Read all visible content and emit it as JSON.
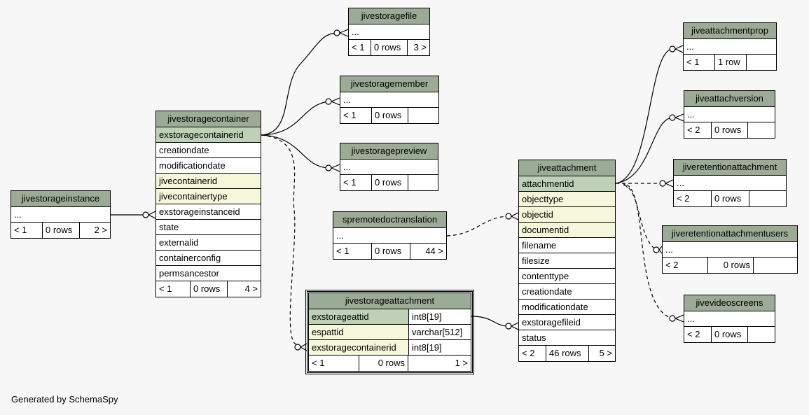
{
  "footer": "Generated by SchemaSpy",
  "colors": {
    "header": "#9bab96",
    "primary_key": "#bed1b8",
    "foreign_key": "#f4f7da",
    "background": "#f7f7f7"
  },
  "tables": {
    "jivestoragefile": {
      "name": "jivestoragefile",
      "rows": [
        "..."
      ],
      "foot": [
        "< 1",
        "0 rows",
        "3 >"
      ]
    },
    "jivestoragemember": {
      "name": "jivestoragemember",
      "rows": [
        "..."
      ],
      "foot": [
        "< 1",
        "0 rows",
        ""
      ]
    },
    "jivestoragepreview": {
      "name": "jivestoragepreview",
      "rows": [
        "..."
      ],
      "foot": [
        "< 1",
        "0 rows",
        ""
      ]
    },
    "jivestoragecontainer": {
      "name": "jivestoragecontainer",
      "rows": [
        "exstoragecontainerid",
        "creationdate",
        "modificationdate",
        "jivecontainerid",
        "jivecontainertype",
        "exstorageinstanceid",
        "state",
        "externalid",
        "containerconfig",
        "permsancestor"
      ],
      "foot": [
        "< 1",
        "0 rows",
        "4 >"
      ]
    },
    "jivestorageinstance": {
      "name": "jivestorageinstance",
      "rows": [
        "..."
      ],
      "foot": [
        "< 1",
        "0 rows",
        "2 >"
      ]
    },
    "spremotedoctranslation": {
      "name": "spremotedoctranslation",
      "rows": [
        "..."
      ],
      "foot": [
        "< 1",
        "0 rows",
        "44 >"
      ]
    },
    "jivestorageattachment": {
      "name": "jivestorageattachment",
      "rows": [
        "exstorageattid",
        "espattid",
        "exstoragecontainerid"
      ],
      "types": [
        "int8[19]",
        "varchar[512]",
        "int8[19]"
      ],
      "foot": [
        "< 1",
        "0 rows",
        "1 >"
      ]
    },
    "jiveattachment": {
      "name": "jiveattachment",
      "rows": [
        "attachmentid",
        "objecttype",
        "objectid",
        "documentid",
        "filename",
        "filesize",
        "contenttype",
        "creationdate",
        "modificationdate",
        "exstoragefileid",
        "status"
      ],
      "foot": [
        "< 2",
        "46 rows",
        "5 >"
      ]
    },
    "jiveattachmentprop": {
      "name": "jiveattachmentprop",
      "rows": [
        "..."
      ],
      "foot": [
        "< 1",
        "1 row",
        ""
      ]
    },
    "jiveattachversion": {
      "name": "jiveattachversion",
      "rows": [
        "..."
      ],
      "foot": [
        "< 2",
        "0 rows",
        ""
      ]
    },
    "jiveretentionattachment": {
      "name": "jiveretentionattachment",
      "rows": [
        "..."
      ],
      "foot": [
        "< 2",
        "0 rows",
        ""
      ]
    },
    "jiveretentionattachmentusers": {
      "name": "jiveretentionattachmentusers",
      "rows": [
        "..."
      ],
      "foot": [
        "< 2",
        "0 rows",
        ""
      ]
    },
    "jivevideoscreens": {
      "name": "jivevideoscreens",
      "rows": [
        "..."
      ],
      "foot": [
        "< 2",
        "0 rows",
        ""
      ]
    }
  }
}
